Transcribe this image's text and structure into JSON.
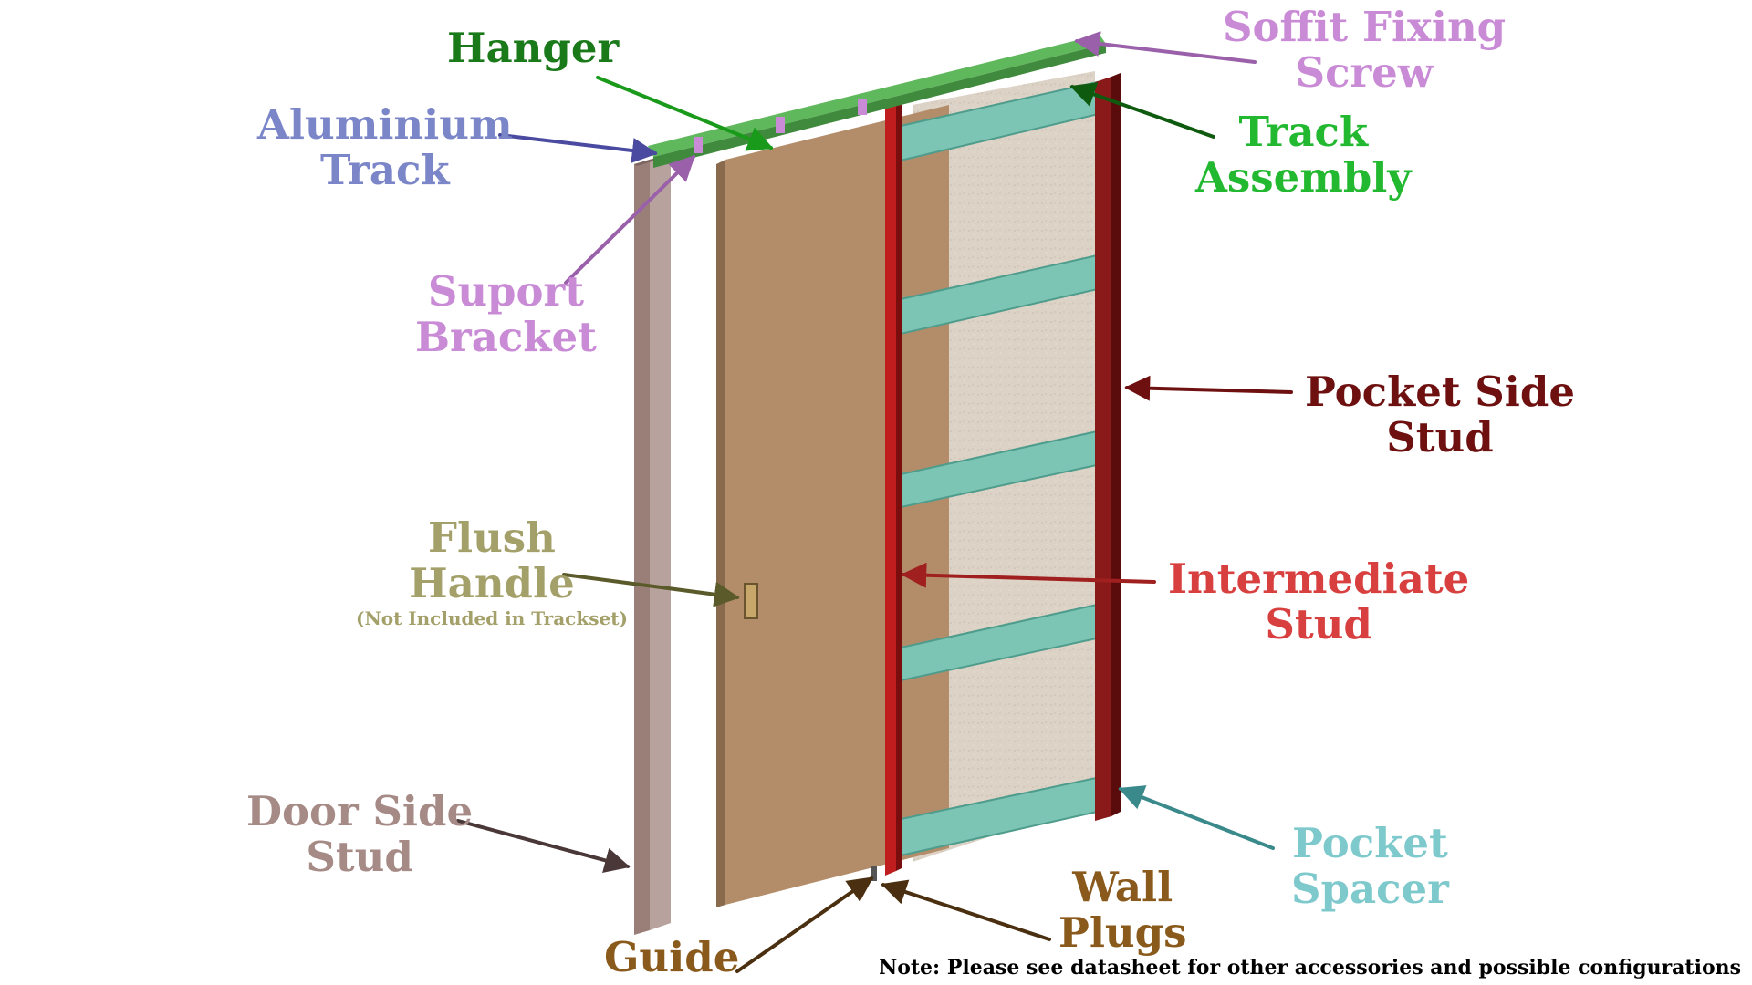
{
  "labels": {
    "hanger": "Hanger",
    "aluminium_track": [
      "Aluminium",
      "Track"
    ],
    "soffit_fixing_screw": [
      "Soffit Fixing",
      "Screw"
    ],
    "track_assembly": [
      "Track",
      "Assembly"
    ],
    "support_bracket": [
      "Suport",
      "Bracket"
    ],
    "pocket_side_stud": [
      "Pocket Side",
      "Stud"
    ],
    "flush_handle": [
      "Flush",
      "Handle"
    ],
    "flush_handle_note": "(Not Included in Trackset)",
    "intermediate_stud": [
      "Intermediate",
      "Stud"
    ],
    "door_side_stud": [
      "Door Side",
      "Stud"
    ],
    "pocket_spacer": [
      "Pocket",
      "Spacer"
    ],
    "wall_plugs": [
      "Wall",
      "Plugs"
    ],
    "guide": "Guide"
  },
  "note": "Note: Please see datasheet for other accessories and possible configurations",
  "colors": {
    "hanger": "#1a7a1a",
    "aluminium_track": "#7b86c8",
    "soffit_fixing_screw": "#c98bd6",
    "track_assembly": "#22b830",
    "support_bracket": "#c98bd6",
    "pocket_side_stud": "#6e1010",
    "flush_handle": "#a4a06a",
    "intermediate_stud": "#d84040",
    "door_side_stud": "#a58a86",
    "pocket_spacer": "#7ec9cc",
    "wall_plugs": "#8a5a1c",
    "guide": "#8a5a1c",
    "door": "#b38d6a",
    "fill_board": "#d9cfc3",
    "spacer": "#88cfc0",
    "red_stud": "#b01818",
    "track": "#5cb85c"
  }
}
